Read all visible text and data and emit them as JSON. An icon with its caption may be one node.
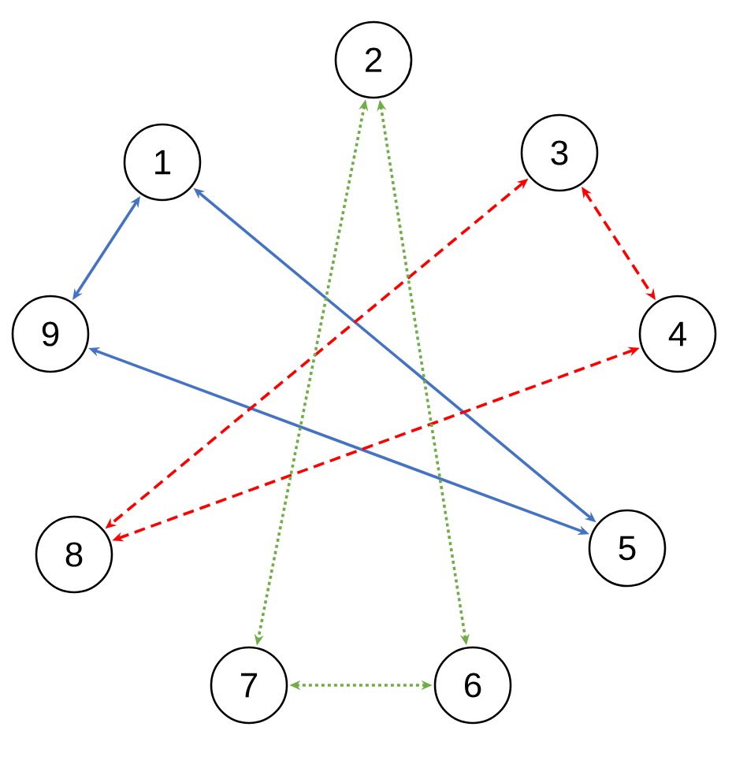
{
  "diagram": {
    "nodes": [
      {
        "text": [
          "1"
        ]
      },
      {
        "text": [
          "2"
        ]
      },
      {
        "text": [
          "3"
        ]
      },
      {
        "text": [
          "4"
        ]
      },
      {
        "text": [
          "5"
        ]
      },
      {
        "text": [
          "6"
        ]
      },
      {
        "text": [
          "7"
        ]
      },
      {
        "text": [
          "8"
        ]
      },
      {
        "text": [
          "9"
        ]
      }
    ],
    "edges": [
      {
        "from": 0,
        "to": 8,
        "arrow": "both",
        "color": "#4472c4"
      },
      {
        "from": 0,
        "to": 4,
        "arrow": "both",
        "color": "#4472c4"
      },
      {
        "from": 8,
        "to": 4,
        "arrow": "both",
        "color": "#4472c4"
      },
      {
        "from": 2,
        "to": 7,
        "arrow": "both",
        "style": "dashed",
        "color": "#ff0000"
      },
      {
        "from": 3,
        "to": 7,
        "arrow": "both",
        "style": "dashed",
        "color": "#ff0000"
      },
      {
        "from": 2,
        "to": 3,
        "arrow": "both",
        "style": "dashed",
        "color": "#ff0000"
      },
      {
        "from": 1,
        "to": 6,
        "arrow": "both",
        "style": "dashed",
        "color": "#70ad47"
      },
      {
        "from": 1,
        "to": 5,
        "arrow": "both",
        "style": "dashed",
        "color": "#70ad47"
      },
      {
        "from": 6,
        "to": 5,
        "arrow": "both",
        "style": "dashed",
        "color": "#70ad47"
      }
    ]
  }
}
